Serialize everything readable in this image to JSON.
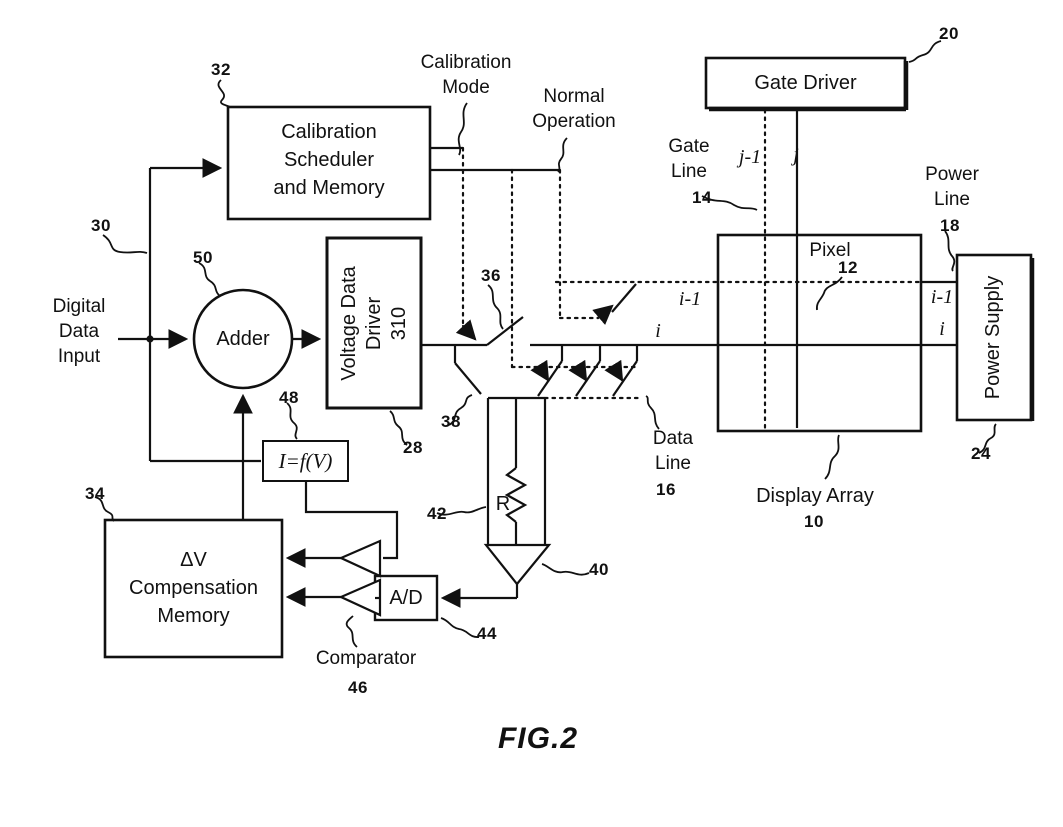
{
  "figure": {
    "caption": "FIG.2"
  },
  "boxes": {
    "calibration_scheduler": {
      "l1": "Calibration",
      "l2": "Scheduler",
      "l3": "and Memory",
      "ref": "32"
    },
    "gate_driver": {
      "label": "Gate Driver",
      "ref": "20"
    },
    "voltage_data_driver": {
      "l1": "Voltage Data",
      "l2": "Driver",
      "l3": "310",
      "ref": "28"
    },
    "power_supply": {
      "label": "Power Supply",
      "ref": "24"
    },
    "display_array": {
      "label": "Display Array",
      "ref": "10"
    },
    "dv_compensation_memory": {
      "l1": "ΔV",
      "l2": "Compensation",
      "l3": "Memory",
      "ref": "34"
    },
    "current_function": {
      "label": "I=f(V)",
      "ref": "48"
    },
    "adc": {
      "label": "A/D",
      "ref": "44"
    },
    "adder": {
      "label": "Adder",
      "ref": "50"
    }
  },
  "annotations": {
    "digital_data_input": {
      "l1": "Digital",
      "l2": "Data",
      "l3": "Input",
      "ref": "30"
    },
    "calibration_mode": {
      "l1": "Calibration",
      "l2": "Mode"
    },
    "normal_operation": {
      "l1": "Normal",
      "l2": "Operation"
    },
    "gate_line": {
      "l1": "Gate",
      "l2": "Line",
      "ref": "14"
    },
    "power_line": {
      "l1": "Power",
      "l2": "Line",
      "ref": "18"
    },
    "data_line": {
      "l1": "Data",
      "l2": "Line",
      "ref": "16"
    },
    "pixel": {
      "label": "Pixel",
      "ref": "12"
    },
    "comparator": {
      "label": "Comparator",
      "ref": "46"
    },
    "resistor": {
      "label": "R",
      "ref": "42"
    },
    "sense_amplifier": {
      "ref": "40"
    },
    "calibration_switch": {
      "ref": "36"
    },
    "measure_switch": {
      "ref": "38"
    }
  },
  "line_labels": {
    "col_prev": "j-1",
    "col": "j",
    "row_prev_mid": "i-1",
    "row_mid": "i",
    "row_prev_right": "i-1",
    "row_right": "i"
  }
}
